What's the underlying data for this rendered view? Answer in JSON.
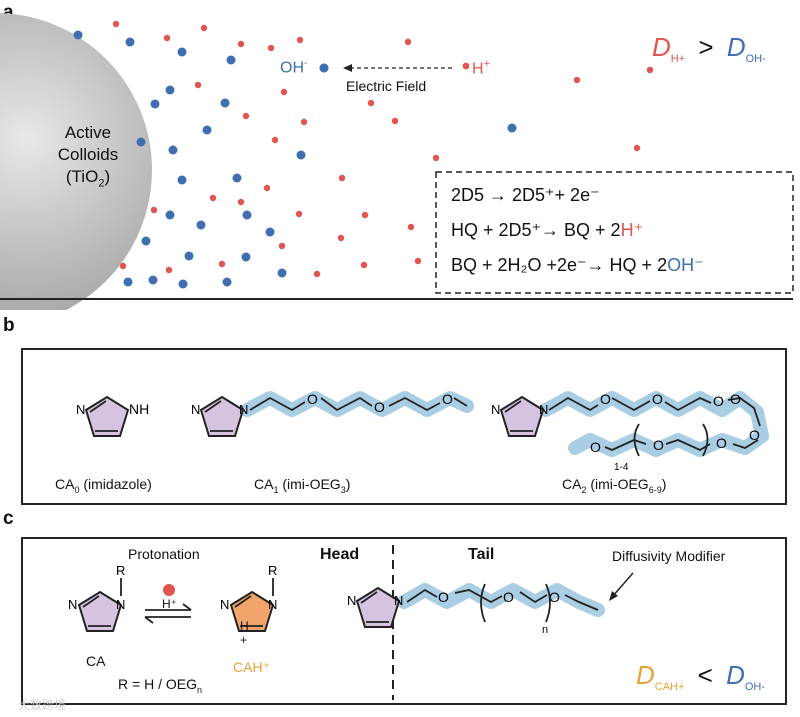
{
  "panel_a": {
    "letter": "a",
    "colloid_line1": "Active",
    "colloid_line2": "Colloids",
    "colloid_line3_pre": "(TiO",
    "colloid_line3_sub": "2",
    "colloid_line3_post": ")",
    "oh_label": "OH",
    "oh_sup": "-",
    "h_label": "H",
    "h_sup": "+",
    "field_label": "Electric Field",
    "ratio_left_D": "D",
    "ratio_left_sub": "H+",
    "ratio_op": ">",
    "ratio_right_D": "D",
    "ratio_right_sub": "OH-",
    "eq1": "2D5 → 2D5⁺+ 2e⁻",
    "eq2_pre": "HQ + 2D5⁺→ BQ + 2",
    "eq2_h": "H⁺",
    "eq3_pre": "BQ + 2H₂O +2e⁻→ HQ + 2",
    "eq3_oh": "OH⁻",
    "colors": {
      "cation": "#e0554f",
      "anion": "#3f6fb0",
      "colloid": "#b8b8b8"
    }
  },
  "panel_b": {
    "letter": "b",
    "ca0_label": "CA",
    "ca0_sub": "0",
    "ca0_suffix": " (imidazole)",
    "ca1_label": "CA",
    "ca1_sub": "1",
    "ca1_suffix_pre": " (imi-OEG",
    "ca1_suffix_sub": "3",
    "ca1_suffix_post": ")",
    "ca2_label": "CA",
    "ca2_sub": "2",
    "ca2_suffix_pre": " (imi-OEG",
    "ca2_suffix_sub": "6-9",
    "ca2_suffix_post": ")",
    "nh": "NH",
    "n": "N",
    "o": "O",
    "rep": "1-4"
  },
  "panel_c": {
    "letter": "c",
    "protonation": "Protonation",
    "h_plus": "H⁺",
    "ca": "CA",
    "r_def": "R = H / OEG",
    "r_def_sub": "n",
    "cah": "CAH⁺",
    "r": "R",
    "nh_plus_h": "H",
    "plus": "+",
    "head": "Head",
    "tail": "Tail",
    "diffusivity_modifier": "Diffusivity Modifier",
    "n_sub": "n",
    "ratio_left_D": "D",
    "ratio_left_sub": "CAH+",
    "ratio_op": "<",
    "ratio_right_D": "D",
    "ratio_right_sub": "OH-"
  },
  "watermark": "大数跨境"
}
